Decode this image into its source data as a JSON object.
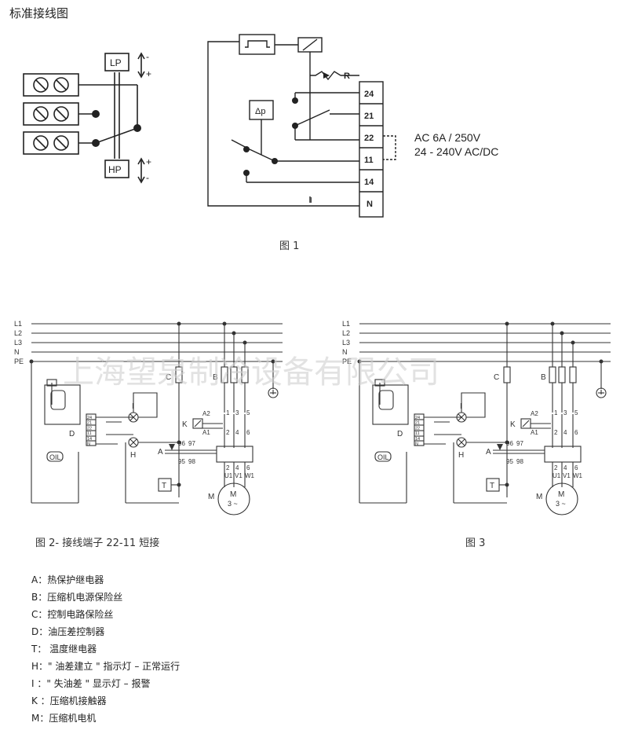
{
  "page": {
    "title": "标准接线图"
  },
  "fig1": {
    "caption": "图 1",
    "lp_label": "LP",
    "hp_label": "HP",
    "dp_label": "Δp",
    "r_label": "R",
    "i_label": "I",
    "terminals": [
      "24",
      "21",
      "22",
      "11",
      "14",
      "N"
    ],
    "rating_line1": "AC 6A / 250V",
    "rating_line2": "24 - 240V AC/DC",
    "sign_minus": "-",
    "sign_plus": "+"
  },
  "fig2": {
    "caption": "图 2- 接线端子 22-11 短接"
  },
  "fig3": {
    "caption": "图 3"
  },
  "circuit": {
    "lines": [
      "L1",
      "L2",
      "L3",
      "N",
      "PE"
    ],
    "label_c": "C",
    "label_b": "B",
    "label_d": "D",
    "label_oil": "OIL",
    "label_i": "I",
    "label_h": "H",
    "label_k": "K",
    "label_a": "A",
    "label_t": "T",
    "label_m": "M",
    "motor_m": "M",
    "motor_phase": "3 ~",
    "a2": "A2",
    "a1": "A1",
    "c1": "1",
    "c3": "3",
    "c5": "5",
    "c2": "2",
    "c4": "4",
    "c6": "6",
    "c96": "96",
    "c97": "97",
    "c95": "95",
    "c98": "98",
    "u1": "U1",
    "v1": "V1",
    "w1": "W1",
    "d_terms": [
      "24",
      "21",
      "22",
      "11",
      "14",
      "N"
    ]
  },
  "watermark": "上海望泉制冷设备有限公司",
  "legend": [
    "A：热保护继电器",
    "B：压缩机电源保险丝",
    "C：控制电路保险丝",
    "D：油压差控制器",
    "T： 温度继电器",
    "H：\" 油差建立 \" 指示灯 – 正常运行",
    "I ：\" 失油差 \" 显示灯 – 报警",
    "K ：压缩机接触器",
    "M：压缩机电机"
  ]
}
